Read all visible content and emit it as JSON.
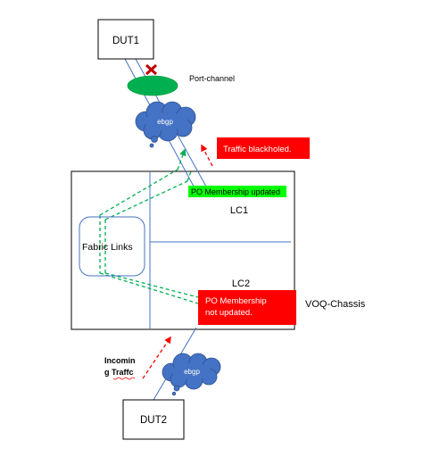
{
  "nodes": {
    "dut1": "DUT1",
    "dut2": "DUT2",
    "ebgp_top": "ebgp",
    "ebgp_bottom": "ebgp",
    "fabric_links": "Fabric Links",
    "lc1": "LC1",
    "lc2": "LC2",
    "chassis": "VOQ-Chassis"
  },
  "labels": {
    "port_channel": "Port-channel",
    "traffic_blackholed": "Traffic blackholed.",
    "po_updated": "PO Membership updated",
    "po_not_updated_line1": "PO Membership",
    "po_not_updated_line2": "not updated.",
    "incoming_line1": "Incomin",
    "incoming_line2": "g Traffc"
  },
  "colors": {
    "link_blue": "#4472c4",
    "box_border": "#000000",
    "port_channel_green": "#00b050",
    "cloud_blue": "#4472c4",
    "alert_red": "#ff0000",
    "updated_green": "#00ff00",
    "dashed_green": "#00b050",
    "dashed_red": "#ff0000",
    "failure_mark": "#c00000"
  },
  "icons": {
    "link_failure": "x-mark-icon",
    "ebgp": "cloud-icon"
  }
}
